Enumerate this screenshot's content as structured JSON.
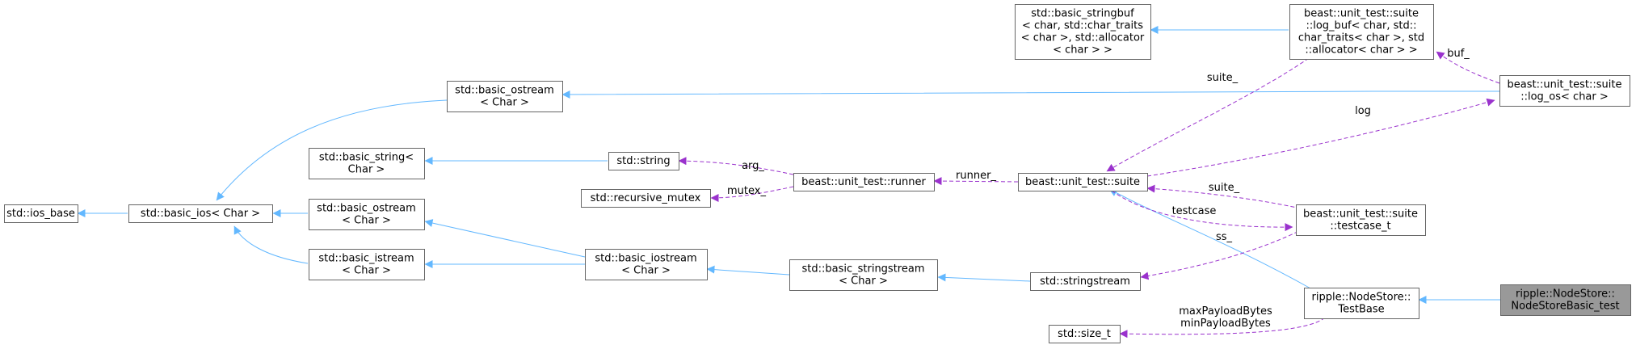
{
  "colors": {
    "inheritance": "#63b8ff",
    "usage": "#9a32cd",
    "node_border": "#666666",
    "node_fill": "#ffffff",
    "current_fill": "#999999"
  },
  "nodes": {
    "ios_base": [
      "std::ios_base"
    ],
    "basic_ios": [
      "std::basic_ios< Char >"
    ],
    "ostream_top": [
      "std::basic_ostream",
      "< Char >"
    ],
    "basic_string": [
      "std::basic_string<",
      "Char >"
    ],
    "ostream_mid": [
      "std::basic_ostream",
      "< Char >"
    ],
    "istream": [
      "std::basic_istream",
      "< Char >"
    ],
    "recursive_mutex": [
      "std::recursive_mutex"
    ],
    "std_string": [
      "std::string"
    ],
    "iostream": [
      "std::basic_iostream",
      "< Char >"
    ],
    "runner": [
      "beast::unit_test::runner"
    ],
    "stringstream_t": [
      "std::basic_stringstream",
      "< Char >"
    ],
    "stringbuf": [
      "std::basic_stringbuf",
      "< char, std::char_traits",
      "< char >, std::allocator",
      "< char > >"
    ],
    "suite": [
      "beast::unit_test::suite"
    ],
    "stringstream": [
      "std::stringstream"
    ],
    "size_t": [
      "std::size_t"
    ],
    "log_buf": [
      "beast::unit_test::suite",
      "::log_buf< char, std::",
      "char_traits< char >, std",
      "::allocator< char > >"
    ],
    "testcase_t": [
      "beast::unit_test::suite",
      "::testcase_t"
    ],
    "testbase": [
      "ripple::NodeStore::",
      "TestBase"
    ],
    "log_os": [
      "beast::unit_test::suite",
      "::log_os< char >"
    ],
    "nodestore_basic_test": [
      "ripple::NodeStore::",
      "NodeStoreBasic_test"
    ]
  },
  "edge_labels": {
    "arg": [
      "arg_"
    ],
    "mutex": [
      "mutex_"
    ],
    "runner": [
      "runner_"
    ],
    "suite_top": [
      "suite_"
    ],
    "log": [
      "log"
    ],
    "buf": [
      "buf_"
    ],
    "suite_mid": [
      "suite_"
    ],
    "testcase": [
      "testcase"
    ],
    "ss": [
      "ss_"
    ],
    "payload": [
      "maxPayloadBytes",
      "minPayloadBytes"
    ]
  }
}
